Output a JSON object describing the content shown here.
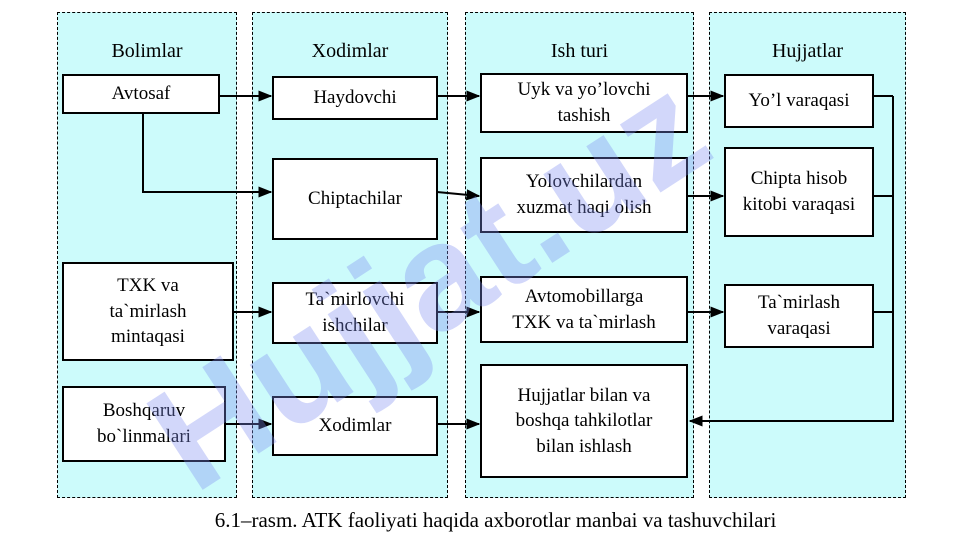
{
  "columns": [
    {
      "header": "Bolimlar"
    },
    {
      "header": "Xodimlar"
    },
    {
      "header": "Ish turi"
    },
    {
      "header": "Hujjatlar"
    }
  ],
  "departments": [
    {
      "label": "Avtosaf"
    },
    {
      "label": "TXK va\nta`mirlash\nmintaqasi"
    },
    {
      "label": "Boshqaruv\nbo`linmalari"
    }
  ],
  "staff": [
    {
      "label": "Haydovchi"
    },
    {
      "label": "Chiptachilar"
    },
    {
      "label": "Ta`mirlovchi\nishchilar"
    },
    {
      "label": "Xodimlar"
    }
  ],
  "work_types": [
    {
      "label": "Uyk va yo’lovchi\ntashish"
    },
    {
      "label": "Yolovchilardan\nxuzmat haqi olish"
    },
    {
      "label": "Avtomobillarga\nTXK va ta`mirlash"
    },
    {
      "label": "Hujjatlar bilan va\nboshqa tahkilotlar\nbilan ishlash"
    }
  ],
  "documents": [
    {
      "label": "Yo’l varaqasi"
    },
    {
      "label": "Chipta hisob\nkitobi varaqasi"
    },
    {
      "label": "Ta`mirlash\nvaraqasi"
    }
  ],
  "caption": "6.1–rasm. ATK faoliyati haqida axborotlar manbai va tashuvchilari",
  "watermark": {
    "text": "Hujjat.uz",
    "color": "#7e8cf0"
  }
}
